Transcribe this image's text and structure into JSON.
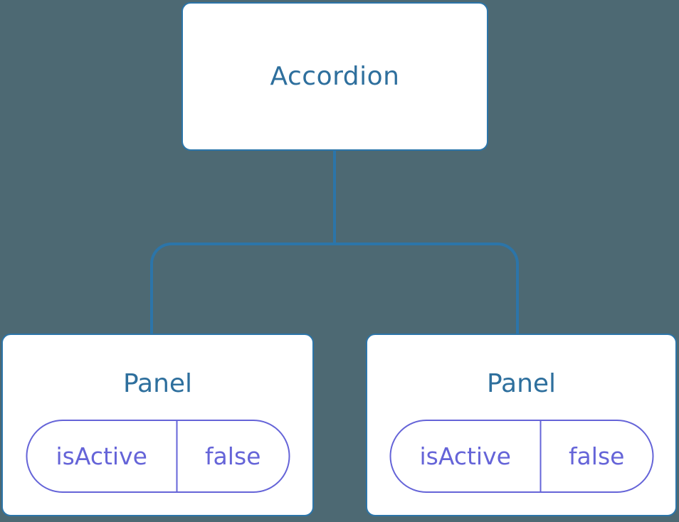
{
  "diagram": {
    "root": {
      "label": "Accordion"
    },
    "children": [
      {
        "label": "Panel",
        "state": {
          "key": "isActive",
          "value": "false"
        }
      },
      {
        "label": "Panel",
        "state": {
          "key": "isActive",
          "value": "false"
        }
      }
    ]
  },
  "colors": {
    "background": "#4d6973",
    "connector": "#2c75a9",
    "node_border": "#2c75a9",
    "node_bg": "#ffffff",
    "node_text": "#2e6f9d",
    "state_accent": "#6564d8"
  }
}
